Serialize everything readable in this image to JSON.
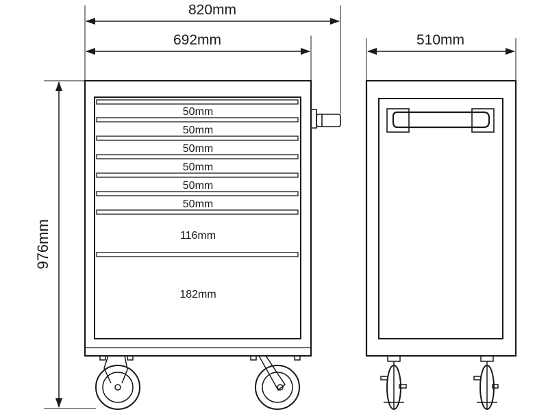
{
  "dimensions": {
    "overall_width": "820mm",
    "body_width": "692mm",
    "depth": "510mm",
    "height": "976mm"
  },
  "drawers": [
    {
      "height": "50mm"
    },
    {
      "height": "50mm"
    },
    {
      "height": "50mm"
    },
    {
      "height": "50mm"
    },
    {
      "height": "50mm"
    },
    {
      "height": "50mm"
    },
    {
      "height": "116mm"
    },
    {
      "height": "182mm"
    }
  ],
  "colors": {
    "line": "#1a1a1a",
    "background": "#ffffff"
  }
}
